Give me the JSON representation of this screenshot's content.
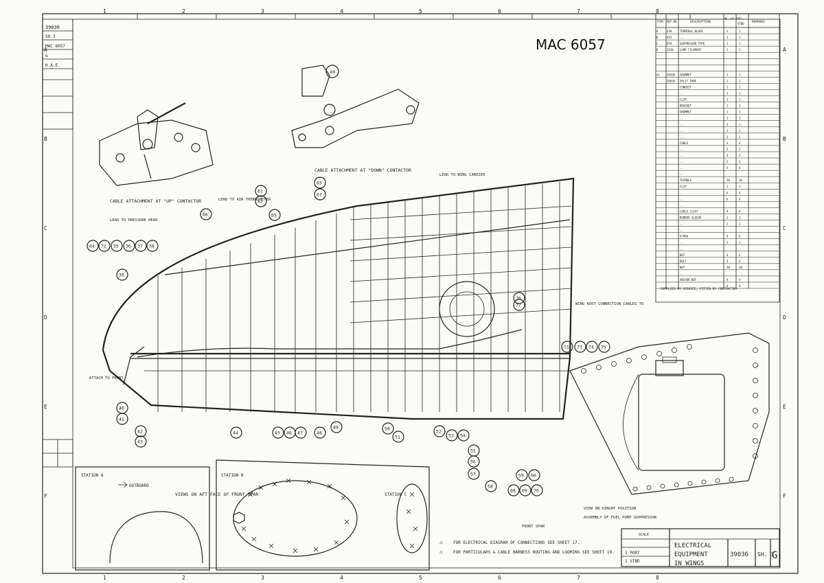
{
  "handwritten_ref": "MAC 6057",
  "grid_columns": [
    "1",
    "2",
    "3",
    "4",
    "5",
    "6",
    "7",
    "8"
  ],
  "grid_rows": [
    "A",
    "B",
    "C",
    "D",
    "E",
    "F"
  ],
  "left_block": {
    "lines": [
      "39036",
      "SH.3",
      "MAC 6057",
      "G",
      "H.A.E."
    ]
  },
  "parts_table": {
    "headers": [
      "ITEM",
      "REF.NO.",
      "DESCRIPTION",
      "NO. OFF PORT",
      "STBD",
      "REMARKS"
    ],
    "rows": [
      [
        "A",
        "430",
        "TERMINAL BLOCK",
        "1",
        "1",
        ""
      ],
      [
        "B",
        "433",
        "..",
        "1",
        "1",
        ""
      ],
      [
        "C",
        "870",
        "SUPPRESSOR TYPE",
        "1",
        "1",
        ""
      ],
      [
        "D",
        "1150",
        "LAMP FILAMENT",
        "1",
        "1",
        ""
      ],
      [
        "",
        "",
        "",
        "",
        " ",
        ""
      ],
      [
        "",
        "",
        "",
        "",
        " ",
        ""
      ],
      [
        "",
        "",
        "",
        "",
        " ",
        ""
      ],
      [
        "41",
        "39036",
        "GROMMET",
        "1",
        "1",
        ""
      ],
      [
        "",
        "39036",
        "SPLIT TUBE",
        "1",
        "1",
        ""
      ],
      [
        "",
        "",
        "CONDUIT",
        "1",
        "1",
        ""
      ],
      [
        "",
        "",
        "..",
        "1",
        "1",
        ""
      ],
      [
        "",
        "",
        "CLIP",
        "1",
        "1",
        ""
      ],
      [
        "",
        "",
        "BRACKET",
        "1",
        "1",
        ""
      ],
      [
        "",
        "",
        "GROMMET",
        "1",
        "1",
        ""
      ],
      [
        "",
        "",
        "..",
        "1",
        "1",
        ""
      ],
      [
        "",
        "",
        "..",
        "1",
        "1",
        ""
      ],
      [
        "",
        "",
        "..",
        "1",
        "1",
        ""
      ],
      [
        "",
        "",
        "..",
        "3",
        "3",
        ""
      ],
      [
        "",
        "",
        "CABLE",
        "4",
        "4",
        ""
      ],
      [
        "",
        "",
        "..",
        "2",
        "2",
        ""
      ],
      [
        "",
        "",
        "..",
        "3",
        "3",
        ""
      ],
      [
        "",
        "",
        "..",
        "2",
        "2",
        ""
      ],
      [
        "",
        "",
        "..",
        "4",
        "4",
        ""
      ],
      [
        "",
        "",
        "..",
        "",
        "",
        ""
      ],
      [
        "",
        "",
        "THIMBLE",
        "10",
        "10",
        ""
      ],
      [
        "",
        "",
        "CLIP",
        "1",
        "1",
        ""
      ],
      [
        "",
        "",
        "..",
        "4",
        "4",
        ""
      ],
      [
        "",
        "",
        "..",
        "6",
        "6",
        ""
      ],
      [
        "",
        "",
        "..",
        "",
        "",
        ""
      ],
      [
        "",
        "",
        "CABLE CLEAT",
        "4",
        "4",
        ""
      ],
      [
        "",
        "",
        "RUBBER SLEEVE",
        "1",
        "1",
        ""
      ],
      [
        "",
        "",
        "..",
        "1",
        "1",
        ""
      ],
      [
        "",
        "",
        "..",
        "",
        "",
        ""
      ],
      [
        "",
        "",
        "SCREW",
        "4",
        "4",
        ""
      ],
      [
        "",
        "",
        "..",
        "1",
        "1",
        ""
      ],
      [
        "",
        "",
        "..",
        "",
        "",
        ""
      ],
      [
        "",
        "",
        "NUT",
        "4",
        "4",
        ""
      ],
      [
        "",
        "",
        "BOLT",
        "4",
        "4",
        ""
      ],
      [
        "",
        "",
        "NUT",
        "10",
        "10",
        ""
      ],
      [
        "",
        "",
        "..",
        "",
        "",
        ""
      ],
      [
        "",
        "",
        "ANCHOR NUT",
        "4",
        "4",
        ""
      ],
      [
        "",
        "",
        "..",
        "4",
        "4",
        ""
      ]
    ],
    "footnote": "SUPPLIED BY SERVICE, FITTED BY CONTRACTOR"
  },
  "labels": {
    "cable_up": "CABLE ATTACHMENT AT \"UP\" CONTACTOR",
    "cable_down": "CABLE ATTACHMENT AT \"DOWN\" CONTACTOR",
    "lead_wing": "LEAD TO WING CARRIER",
    "lead_pressure": "LEAD TO PRESSURE HEAD",
    "lead_air": "LEAD TO AIR THERMOMETER",
    "attach_front": "ATTACH TO FRONT",
    "views_aft": "VIEWS ON AFT FACE OF FRONT SPAR",
    "wing_root": "WING ROOT CONNECTION CABLES TO",
    "view_dinghy": "VIEW ON DINGHY POSITION",
    "assy_fuel": "ASSEMBLY OF FUEL PUMP SUPPRESSOR",
    "for_electrical": "FOR ELECTRICAL DIAGRAM OF CONNECTIONS SEE SHEET 17.",
    "for_particulars": "FOR PARTICULARS & CABLE HARNESS ROUTING AND LOOMING SEE SHEET 19.",
    "station_a": "STATION A",
    "outboard": "OUTBOARD",
    "station_b": "STATION B",
    "station_c": "STATION C",
    "front_spar": "FRONT SPAR",
    "port_g": "PORT",
    "stbd_g": "STBD",
    "port_cap": "PORT",
    "stbd_cap": "STBD"
  },
  "balloons": [
    "61",
    "62",
    "63",
    "67",
    "66",
    "65",
    "64",
    "72",
    "35",
    "36",
    "37",
    "38",
    "39",
    "40",
    "41",
    "42",
    "43",
    "44",
    "45",
    "46",
    "47",
    "48",
    "49",
    "50",
    "51",
    "52",
    "53",
    "54",
    "55",
    "56",
    "57",
    "58",
    "59",
    "60",
    "68",
    "69",
    "70",
    "71",
    "73",
    "74",
    "75",
    "76",
    "77"
  ],
  "title_block": {
    "title_line1": "ELECTRICAL",
    "title_line2": "EQUIPMENT",
    "title_line3": "IN WINGS",
    "drawing_no": "39036",
    "sheet": "SH. 3",
    "rev": "G",
    "port": "1 PORT",
    "stbd": "1 STBD",
    "scale": "SCALE"
  }
}
